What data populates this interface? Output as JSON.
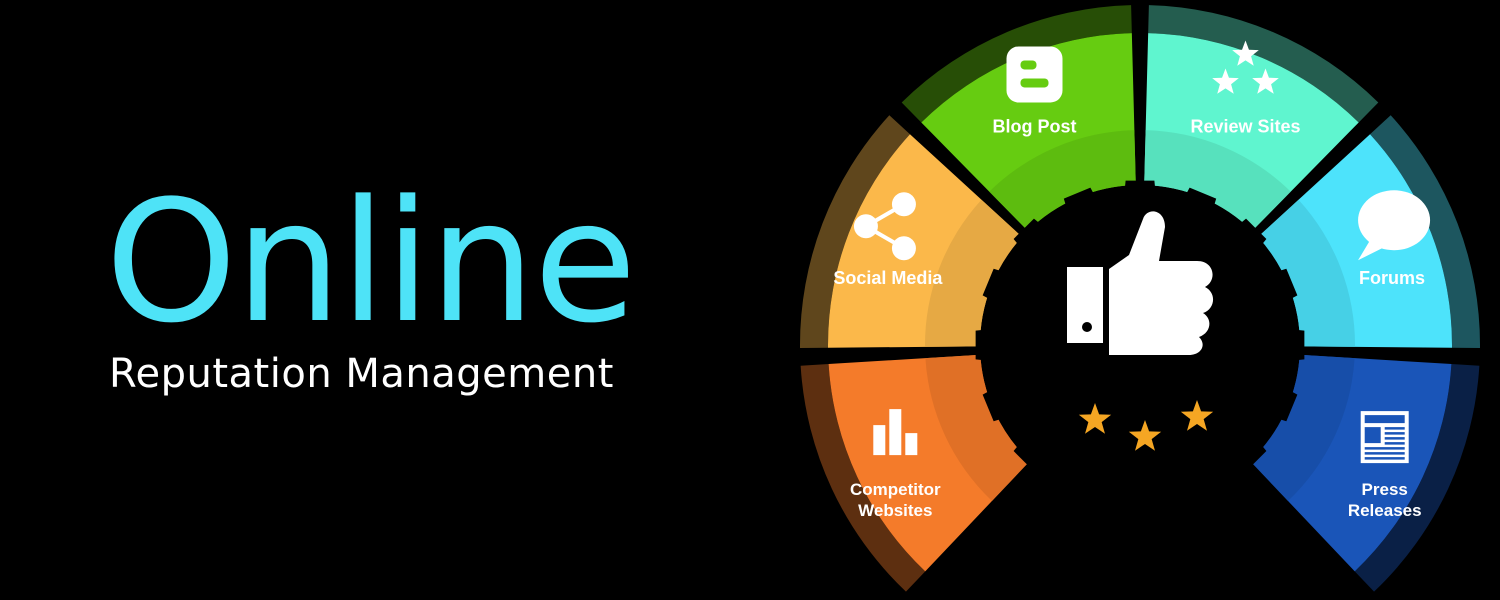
{
  "title": {
    "main": "Online",
    "sub": "Reputation Management"
  },
  "segments": [
    {
      "label_lines": [
        "Competitor",
        "Websites"
      ],
      "icon": "bar-chart-icon",
      "color": "#f47b2a"
    },
    {
      "label_lines": [
        "Social Media"
      ],
      "icon": "share-icon",
      "color": "#fbb84a"
    },
    {
      "label_lines": [
        "Blog Post"
      ],
      "icon": "blogger-icon",
      "color": "#66cc11"
    },
    {
      "label_lines": [
        "Review Sites"
      ],
      "icon": "stars-icon",
      "color": "#5ff5cf"
    },
    {
      "label_lines": [
        "Forums"
      ],
      "icon": "speech-bubble-icon",
      "color": "#4de3fb"
    },
    {
      "label_lines": [
        "Press",
        "Releases"
      ],
      "icon": "newspaper-icon",
      "color": "#1a55b8"
    }
  ],
  "center": {
    "icon": "thumbs-up-icon",
    "stars": 3,
    "star_color": "#f5a623"
  },
  "colors": {
    "title_accent": "#4ee3f7",
    "background": "#000000"
  }
}
